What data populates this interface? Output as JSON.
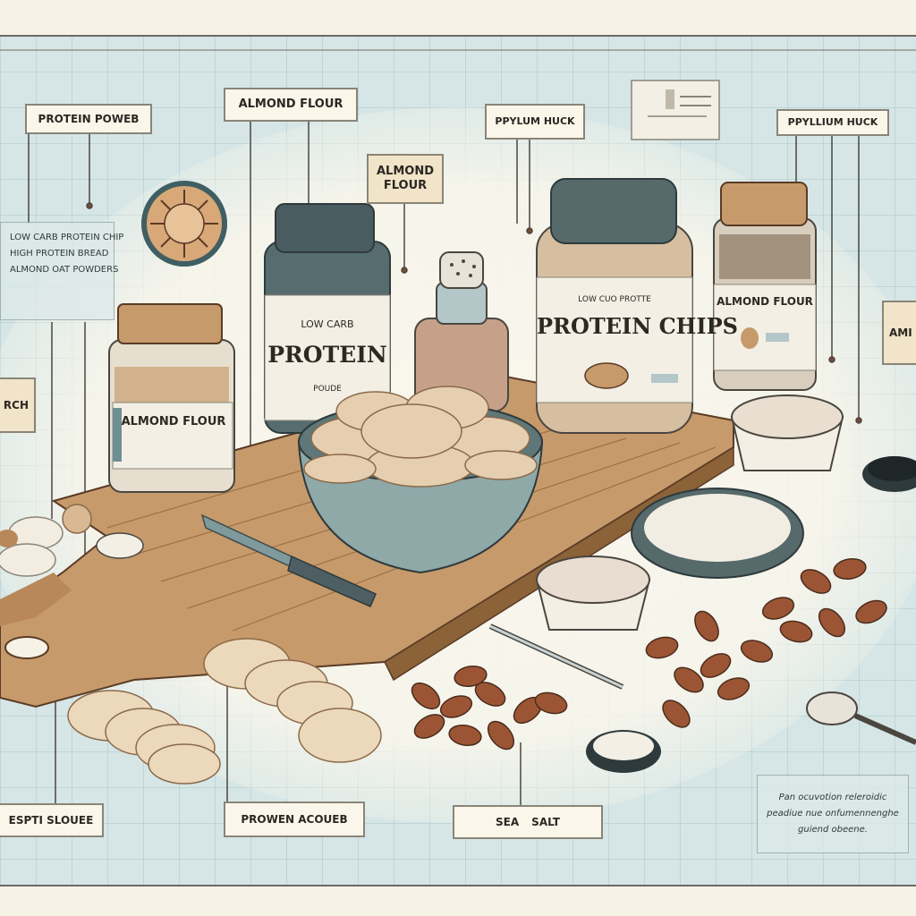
{
  "labels": {
    "protein_powder_top": "PROTEIN POWEB",
    "almond_flour_top": "ALMOND FLOUR",
    "almond_flour_mid": [
      "ALMOND",
      "FLOUR"
    ],
    "psyllium_mid": "PPYLUM HUCK",
    "psyllium_right": "PPYLLIUM HUCK",
    "left_partial": "RCH",
    "right_partial": "AMI",
    "bottom_left": "ESPTI SLOUEE",
    "bottom_center": "PROWEN ACOUEB",
    "bottom_sea_salt": [
      "SEA",
      "SALT"
    ]
  },
  "notes": {
    "left_note": [
      "LOW CARB PROTEIN CHIP",
      "HIGH PROTEIN BREAD",
      "ALMOND OAT POWDERS"
    ],
    "right_note": [
      "Pan ocuvotion releroidic",
      "peadiue nue onfumennenghe",
      "guiend obeene."
    ]
  },
  "jars": {
    "protein_jar": {
      "top": "LOW CARB",
      "main": "PROTEIN",
      "bottom": "POUDE"
    },
    "chips_jar": {
      "top": "LOW CUO PROTTE",
      "main": "PROTEIN CHIPS"
    },
    "almond_jar_left": {
      "main": "ALMOND FLOUR"
    },
    "almond_jar_right": {
      "main": "ALMOND FLOUR"
    }
  },
  "colors": {
    "grid": "#a9c4c4",
    "board": "#c69a6b",
    "bowl": "#8fa8a8",
    "lid": "#56696b",
    "almond": "#9c5534"
  }
}
